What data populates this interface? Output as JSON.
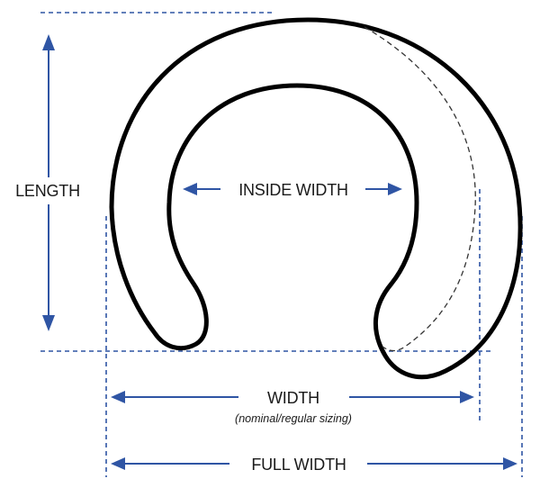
{
  "labels": {
    "length": "LENGTH",
    "inside_width": "INSIDE WIDTH",
    "width": "WIDTH",
    "width_note": "(nominal/regular sizing)",
    "full_width": "FULL WIDTH"
  },
  "colors": {
    "dimension": "#2f55a4",
    "outline": "#000000",
    "text": "#1a1a1a"
  }
}
